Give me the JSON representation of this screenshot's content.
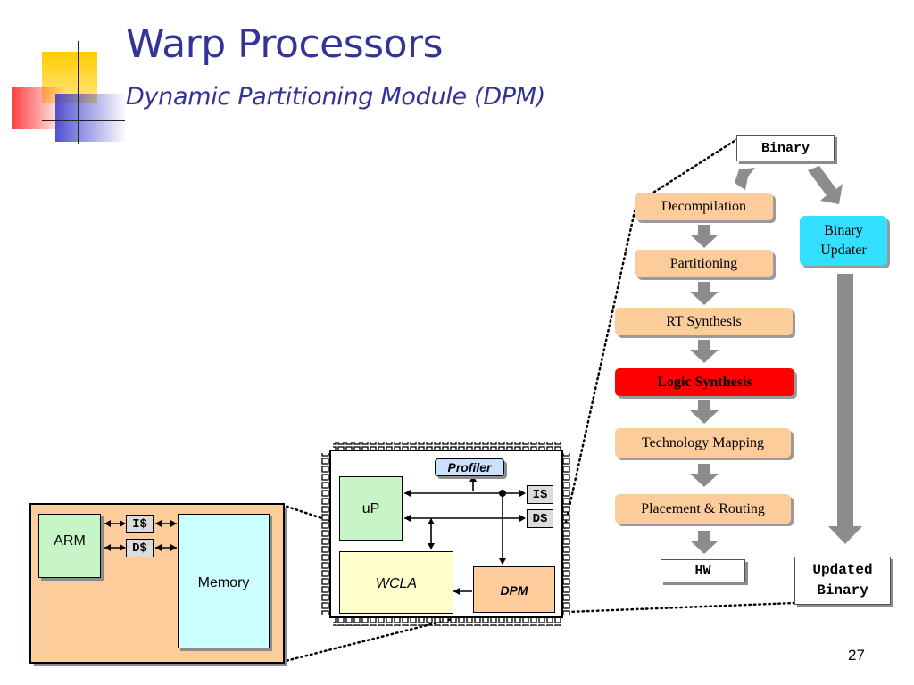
{
  "slide": {
    "title": "Warp Processors",
    "subtitle": "Dynamic Partitioning Module (DPM)",
    "page_number": "27"
  },
  "tool_flow": {
    "input": "Binary",
    "steps": [
      "Decompilation",
      "Partitioning",
      "RT Synthesis",
      "Logic Synthesis",
      "Technology Mapping",
      "Placement & Routing"
    ],
    "highlighted_step": "Logic Synthesis",
    "output_hw": "HW",
    "binary_updater": [
      "Binary",
      "Updater"
    ],
    "updated_binary": [
      "Updated",
      "Binary"
    ]
  },
  "chip": {
    "profiler": "Profiler",
    "up": "uP",
    "icache": "I$",
    "dcache": "D$",
    "wcla": "WCLA",
    "dpm": "DPM"
  },
  "system": {
    "arm": "ARM",
    "icache": "I$",
    "dcache": "D$",
    "memory": "Memory"
  },
  "colors": {
    "title": "#33339a",
    "step_fill": "#fccd9a",
    "highlight": "#ff0000",
    "updater": "#33e0ff",
    "arm_fill": "#c8f5c8",
    "memory_fill": "#ccffff",
    "wcla_fill": "#ffffcc",
    "profiler_fill": "#cce0ff"
  }
}
